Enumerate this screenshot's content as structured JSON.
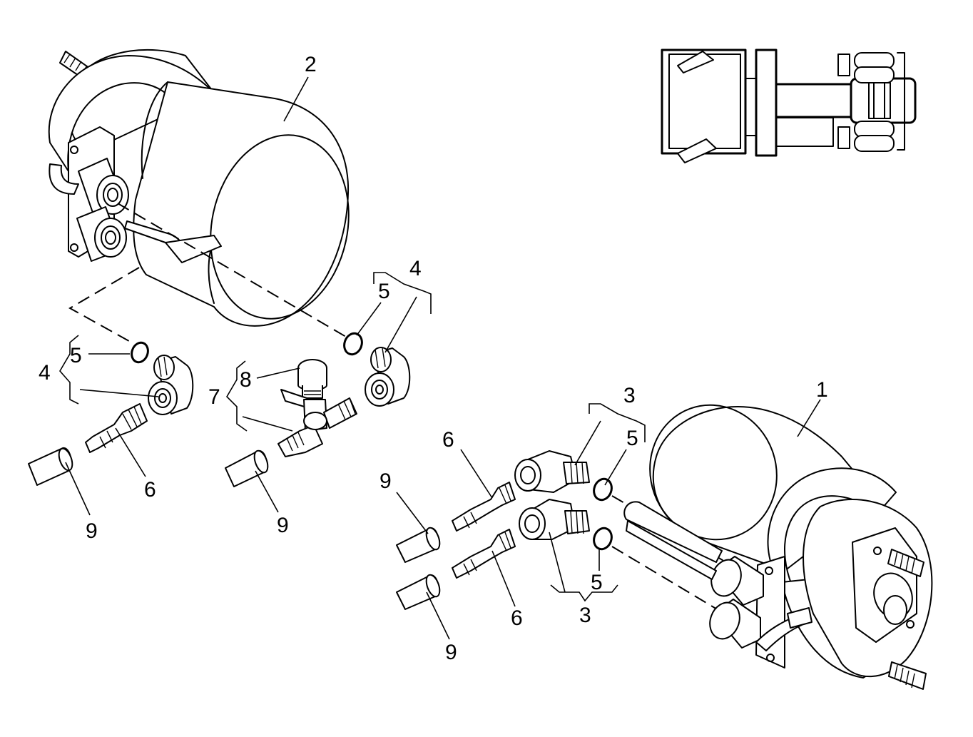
{
  "callouts": [
    {
      "id": "c-2",
      "label": "2"
    },
    {
      "id": "c-4a",
      "label": "4"
    },
    {
      "id": "c-5a",
      "label": "5"
    },
    {
      "id": "c-4b",
      "label": "4"
    },
    {
      "id": "c-5b",
      "label": "5"
    },
    {
      "id": "c-8",
      "label": "8"
    },
    {
      "id": "c-7",
      "label": "7"
    },
    {
      "id": "c-6a",
      "label": "6"
    },
    {
      "id": "c-9a",
      "label": "9"
    },
    {
      "id": "c-9b",
      "label": "9"
    },
    {
      "id": "c-1",
      "label": "1"
    },
    {
      "id": "c-3a",
      "label": "3"
    },
    {
      "id": "c-5c",
      "label": "5"
    },
    {
      "id": "c-6b",
      "label": "6"
    },
    {
      "id": "c-9c",
      "label": "9"
    },
    {
      "id": "c-5d",
      "label": "5"
    },
    {
      "id": "c-6c",
      "label": "6"
    },
    {
      "id": "c-3b",
      "label": "3"
    },
    {
      "id": "c-9d",
      "label": "9"
    }
  ]
}
